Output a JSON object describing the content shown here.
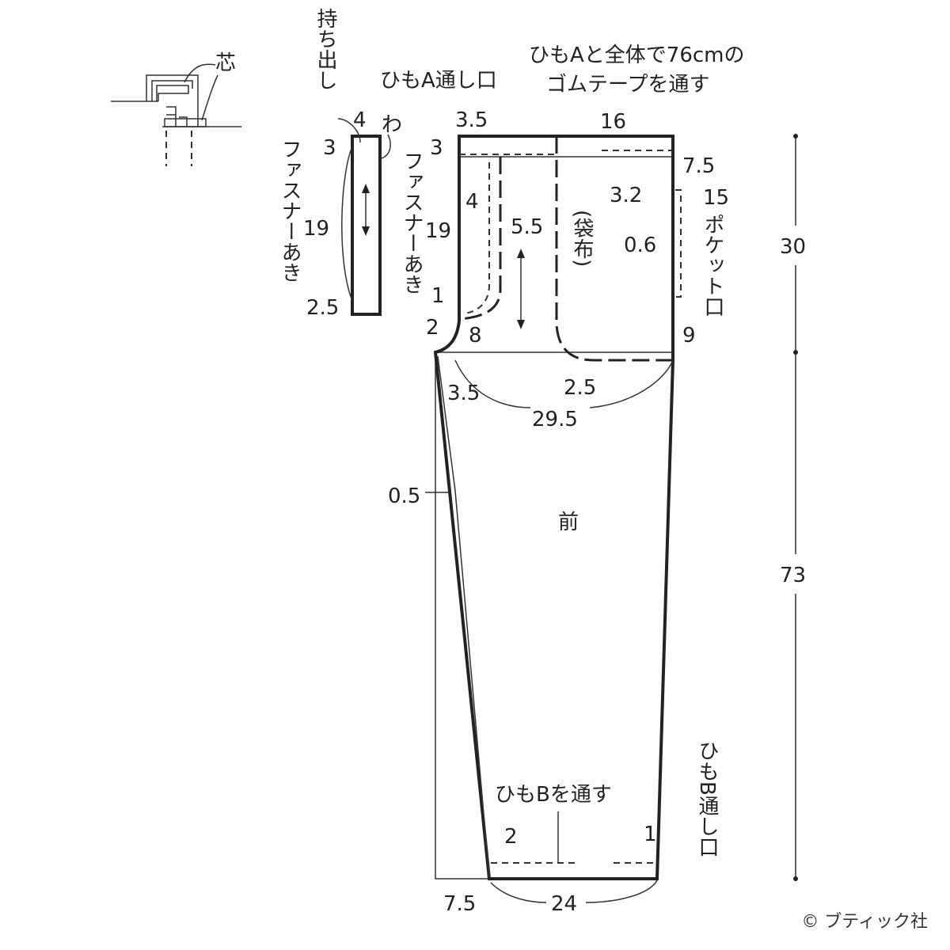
{
  "detail": {
    "core_label": "芯"
  },
  "waistband": {
    "title": "持ち出し",
    "width": "4",
    "fold": "わ",
    "top": "3",
    "length": "19",
    "bottom": "2.5",
    "zip_opening": "ファスナーあき"
  },
  "front": {
    "label": "前",
    "tie_a_opening": "ひもA通し口",
    "elastic_note_1": "ひもAと全体で76cmの",
    "elastic_note_2": "ゴムテープを通す",
    "dim_3_5_top": "3.5",
    "dim_3": "3",
    "dim_16": "16",
    "dim_7_5": "7.5",
    "dim_3_2": "3.2",
    "dim_15": "15",
    "pocket_opening": "ポケット口",
    "dim_0_6": "0.6",
    "dim_9": "9",
    "dim_4": "4",
    "dim_5_5": "5.5",
    "dim_19": "19",
    "pocket_bag": "(袋布)",
    "zip_opening": "ファスナーあき",
    "dim_1": "1",
    "dim_2": "2",
    "dim_8": "8",
    "dim_3_5": "3.5",
    "dim_2_5": "2.5",
    "dim_29_5": "29.5",
    "dim_0_5": "0.5",
    "tie_b_note": "ひもBを通す",
    "dim_2_hem": "2",
    "dim_1_hem": "1",
    "tie_b_opening": "ひもB通し口",
    "dim_7_5_hem": "7.5",
    "dim_24": "24"
  },
  "length_dims": {
    "upper": "30",
    "lower": "73"
  },
  "copyright": "© ブティック社"
}
